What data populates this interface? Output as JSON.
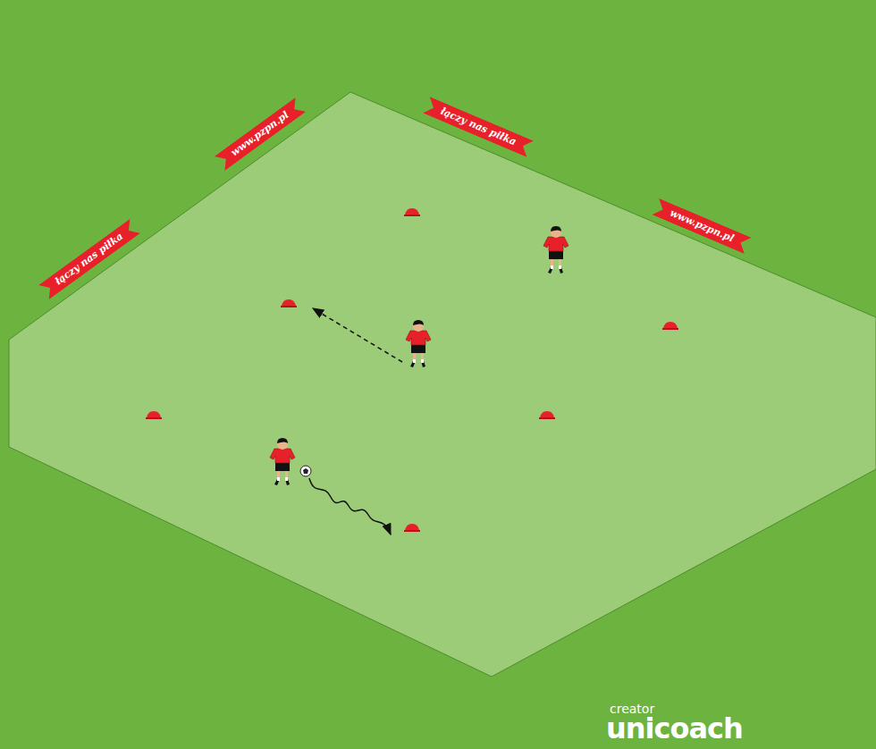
{
  "diagram": {
    "labels": [
      "łączy nas piłka",
      "www.pzpn.pl",
      "łączy nas piłka",
      "www.pzpn.pl",
      "creator",
      "unicoach"
    ]
  }
}
